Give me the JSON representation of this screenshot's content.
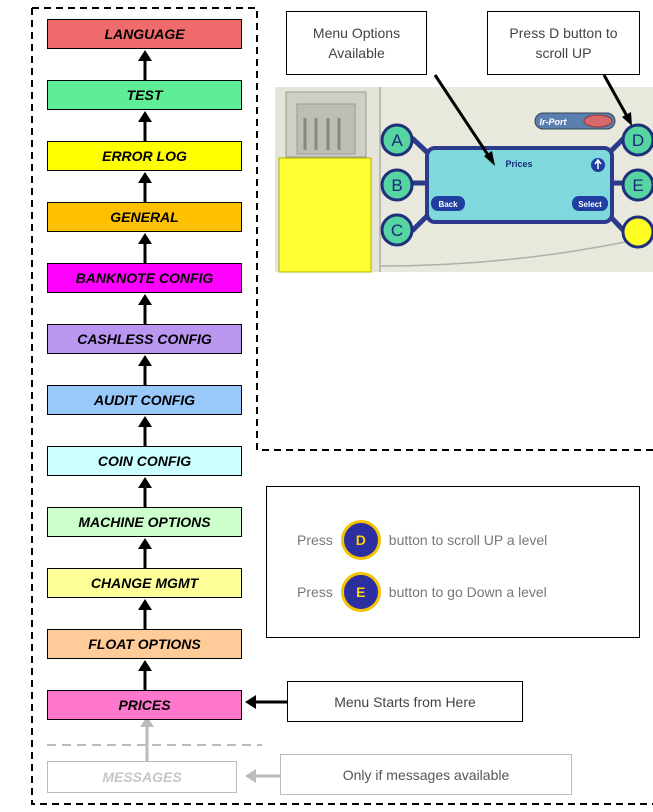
{
  "menu": {
    "items": [
      {
        "label": "LANGUAGE",
        "color": "#f06b6b"
      },
      {
        "label": "TEST",
        "color": "#5fee96"
      },
      {
        "label": "ERROR LOG",
        "color": "#ffff00"
      },
      {
        "label": "GENERAL",
        "color": "#ffc000"
      },
      {
        "label": "BANKNOTE CONFIG",
        "color": "#ff00ff"
      },
      {
        "label": "CASHLESS CONFIG",
        "color": "#b996f0"
      },
      {
        "label": "AUDIT CONFIG",
        "color": "#99c8fa"
      },
      {
        "label": "COIN CONFIG",
        "color": "#ccffff"
      },
      {
        "label": "MACHINE OPTIONS",
        "color": "#ccffcc"
      },
      {
        "label": "CHANGE MGMT",
        "color": "#ffff99"
      },
      {
        "label": "FLOAT OPTIONS",
        "color": "#ffcc99"
      },
      {
        "label": "PRICES",
        "color": "#ff77cc"
      }
    ],
    "messages_label": "MESSAGES"
  },
  "callouts": {
    "menu_options": "Menu Options Available",
    "press_d": "Press D button to scroll UP",
    "menu_starts": "Menu Starts from Here",
    "only_if_messages": "Only if messages available"
  },
  "legend": {
    "press_word": "Press",
    "d_key": "D",
    "d_text": "button to scroll UP a level",
    "e_key": "E",
    "e_text": "button to go Down a level"
  },
  "device": {
    "ir_port_label": "Ir-Port",
    "screen_title": "Prices",
    "back_label": "Back",
    "select_label": "Select",
    "buttons_left": [
      "A",
      "B",
      "C"
    ],
    "buttons_right": [
      "D",
      "E"
    ]
  }
}
